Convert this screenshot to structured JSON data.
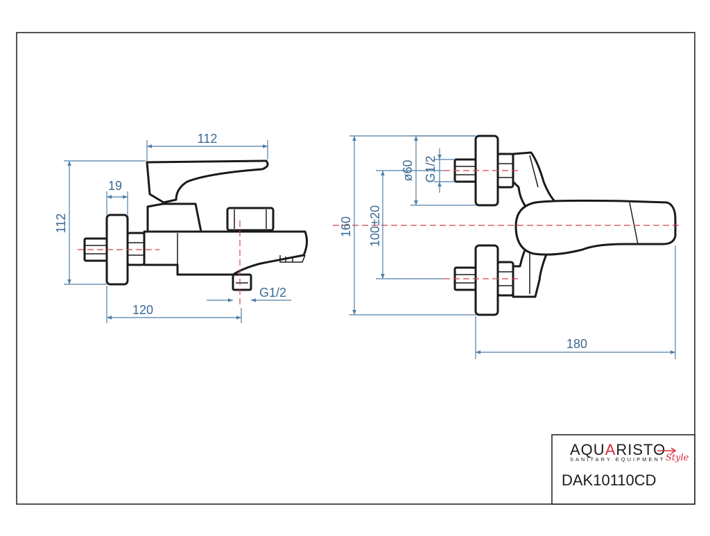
{
  "dimensions": {
    "side_width_top": "112",
    "side_height": "112",
    "flange_thickness": "19",
    "side_depth": "120",
    "outlet_thread": "G1/2",
    "front_height": "160",
    "connection_spacing": "100±20",
    "flange_diameter": "ø60",
    "inlet_thread": "G1/2",
    "front_depth": "180"
  },
  "title_block": {
    "logo_text_a": "AQU",
    "logo_text_b": "A",
    "logo_text_c": "RISTO",
    "logo_subtitle": "SANITARY EQUIPMENT",
    "logo_script": "Style",
    "model_code": "DAK10110CD"
  },
  "colors": {
    "dimension": "#3a6a94",
    "centerline": "#d0424a",
    "outline": "#1a1a1a",
    "logo_accent": "#d52a3a"
  }
}
